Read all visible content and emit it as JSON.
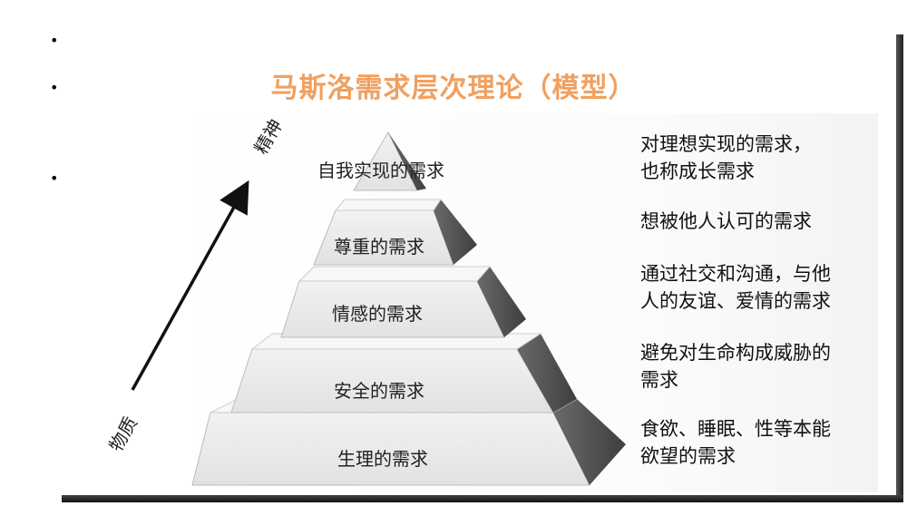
{
  "bullets": [
    "•",
    "•",
    "•"
  ],
  "title": "马斯洛需求层次理论（模型）",
  "axis": {
    "top_label": "精神",
    "bottom_label": "物质"
  },
  "levels": [
    {
      "label": "自我实现的需求",
      "description": "对理想实现的需求，\n也称成长需求"
    },
    {
      "label": "尊重的需求",
      "description": "想被他人认可的需求"
    },
    {
      "label": "情感的需求",
      "description": "通过社交和沟通，与他\n人的友谊、爱情的需求"
    },
    {
      "label": "安全的需求",
      "description": "避免对生命构成威胁的\n需求"
    },
    {
      "label": "生理的需求",
      "description": "食欲、睡眠、性等本能\n欲望的需求"
    }
  ]
}
